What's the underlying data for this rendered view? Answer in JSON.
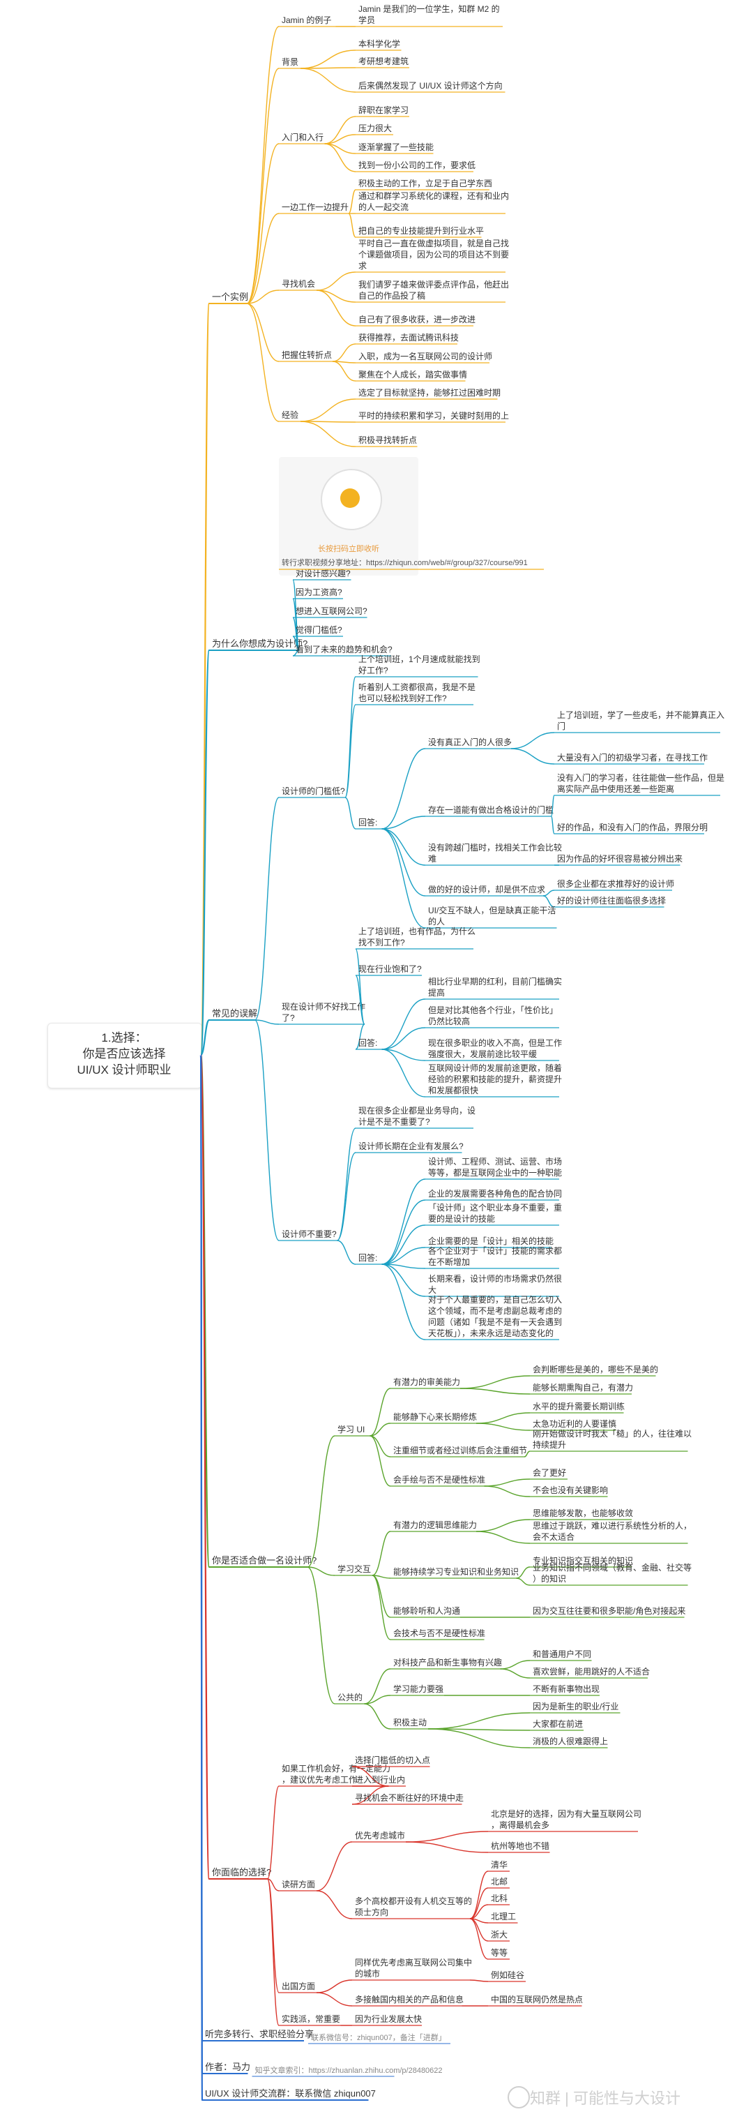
{
  "root": {
    "label": "1.选择：\n你是否应该选择\nUI/UX 设计师职业"
  },
  "colors": {
    "yellow": "#f3b221",
    "teal": "#1aa0c4",
    "green": "#5aa42c",
    "red": "#d9342b",
    "blue": "#2b6fd0"
  },
  "qr_caption": "长按扫码立即收听",
  "link_text": "转行求职视频分享地址：https://zhiqun.com/web/#/group/327/course/991",
  "watermark": "知群 | 可能性与大设计",
  "nodes": [
    {
      "id": "y",
      "label": "一个实例",
      "color": "yellow",
      "children": [
        {
          "id": "y1",
          "label": "Jamin 的例子",
          "children": [
            {
              "id": "y11",
              "label": "Jamin 是我们的一位学生，知群 M2 的学员"
            }
          ]
        },
        {
          "id": "y2",
          "label": "背景",
          "children": [
            {
              "id": "y21",
              "label": "本科学化学"
            },
            {
              "id": "y22",
              "label": "考研想考建筑"
            },
            {
              "id": "y23",
              "label": "后来偶然发现了 UI/UX 设计师这个方向"
            }
          ]
        },
        {
          "id": "y3",
          "label": "入门和入行",
          "children": [
            {
              "id": "y31",
              "label": "辞职在家学习"
            },
            {
              "id": "y32",
              "label": "压力很大"
            },
            {
              "id": "y33",
              "label": "逐渐掌握了一些技能"
            },
            {
              "id": "y34",
              "label": "找到一份小公司的工作，要求低"
            }
          ]
        },
        {
          "id": "y4",
          "label": "一边工作一边提升",
          "children": [
            {
              "id": "y41",
              "label": "积极主动的工作，立足于自己学东西"
            },
            {
              "id": "y42",
              "label": "通过和群学习系统化的课程，还有和业内的人一起交流"
            },
            {
              "id": "y43",
              "label": "把自己的专业技能提升到行业水平"
            }
          ]
        },
        {
          "id": "y5",
          "label": "寻找机会",
          "children": [
            {
              "id": "y51",
              "label": "平时自己一直在做虚拟项目，就是自己找个课题做项目，因为公司的项目达不到要求"
            },
            {
              "id": "y52",
              "label": "我们请罗子雄来做评委点评作品，他赶出自己的作品投了稿"
            },
            {
              "id": "y53",
              "label": "自己有了很多收获，进一步改进"
            }
          ]
        },
        {
          "id": "y6",
          "label": "把握住转折点",
          "children": [
            {
              "id": "y61",
              "label": "获得推荐，去面试腾讯科技"
            },
            {
              "id": "y62",
              "label": "入职，成为一名互联网公司的设计师"
            },
            {
              "id": "y63",
              "label": "聚焦在个人成长，踏实做事情"
            }
          ]
        },
        {
          "id": "y7",
          "label": "经验",
          "children": [
            {
              "id": "y71",
              "label": "选定了目标就坚持，能够扛过困难时期"
            },
            {
              "id": "y72",
              "label": "平时的持续积累和学习，关键时刻用的上"
            },
            {
              "id": "y73",
              "label": "积极寻找转折点"
            }
          ]
        }
      ]
    },
    {
      "id": "t",
      "label": "为什么你想成为设计师?",
      "color": "teal",
      "children": [
        {
          "id": "t1",
          "label": "对设计感兴趣?"
        },
        {
          "id": "t2",
          "label": "因为工资高?"
        },
        {
          "id": "t3",
          "label": "想进入互联网公司?"
        },
        {
          "id": "t4",
          "label": "觉得门槛低?"
        },
        {
          "id": "t5",
          "label": "看到了未来的趋势和机会?"
        }
      ]
    },
    {
      "id": "c",
      "label": "常见的误解",
      "color": "teal",
      "children": [
        {
          "id": "c1",
          "label": "设计师的门槛低?",
          "children": [
            {
              "id": "c11",
              "label": "上个培训班，1个月速成就能找到好工作?"
            },
            {
              "id": "c12",
              "label": "听着别人工资都很高，我是不是也可以轻松找到好工作?"
            },
            {
              "id": "c13",
              "label": "回答:",
              "children": [
                {
                  "id": "c131",
                  "label": "没有真正入门的人很多",
                  "children": [
                    {
                      "id": "c1311",
                      "label": "上了培训班，学了一些皮毛，并不能算真正入门"
                    },
                    {
                      "id": "c1312",
                      "label": "大量没有入门的初级学习者，在寻找工作"
                    }
                  ]
                },
                {
                  "id": "c132",
                  "label": "存在一道能有做出合格设计的门槛",
                  "children": [
                    {
                      "id": "c1321",
                      "label": "没有入门的学习者，往往能做一些作品，但是离实际产品中使用还差一些距离"
                    },
                    {
                      "id": "c1322",
                      "label": "好的作品，和没有入门的作品，界限分明"
                    }
                  ]
                },
                {
                  "id": "c133",
                  "label": "没有跨越门槛时，找相关工作会比较难",
                  "children": [
                    {
                      "id": "c1331",
                      "label": "因为作品的好坏很容易被分辨出来"
                    }
                  ]
                },
                {
                  "id": "c134",
                  "label": "做的好的设计师，却是供不应求",
                  "children": [
                    {
                      "id": "c1341",
                      "label": "很多企业都在求推荐好的设计师"
                    },
                    {
                      "id": "c1342",
                      "label": "好的设计师往往面临很多选择"
                    }
                  ]
                },
                {
                  "id": "c135",
                  "label": "UI/交互不缺人，但是缺真正能干活的人"
                }
              ]
            }
          ]
        },
        {
          "id": "c2",
          "label": "现在设计师不好找工作了?",
          "children": [
            {
              "id": "c21",
              "label": "上了培训班，也有作品，为什么找不到工作?"
            },
            {
              "id": "c22",
              "label": "现在行业饱和了?"
            },
            {
              "id": "c23",
              "label": "回答:",
              "children": [
                {
                  "id": "c231",
                  "label": "相比行业早期的红利，目前门槛确实提高"
                },
                {
                  "id": "c232",
                  "label": "但是对比其他各个行业，「性价比」仍然比较高"
                },
                {
                  "id": "c233",
                  "label": "现在很多职业的收入不高，但是工作强度很大，发展前途比较平缓"
                },
                {
                  "id": "c234",
                  "label": "互联网设计师的发展前途更敞，随着经验的积累和技能的提升，薪资提升和发展都很快"
                }
              ]
            }
          ]
        },
        {
          "id": "c3",
          "label": "设计师不重要?",
          "children": [
            {
              "id": "c31",
              "label": "现在很多企业都是业务导向，设计是不是不重要了?"
            },
            {
              "id": "c32",
              "label": "设计师长期在企业有发展么?"
            },
            {
              "id": "c33",
              "label": "回答:",
              "children": [
                {
                  "id": "c331",
                  "label": "设计师、工程师、测试、运营、市场等等，都是互联网企业中的一种职能"
                },
                {
                  "id": "c332",
                  "label": "企业的发展需要各种角色的配合协同"
                },
                {
                  "id": "c333",
                  "label": "「设计师」这个职业本身不重要，重要的是设计的技能"
                },
                {
                  "id": "c334",
                  "label": "企业需要的是「设计」相关的技能"
                },
                {
                  "id": "c335",
                  "label": "各个企业对于「设计」技能的需求都在不断增加"
                },
                {
                  "id": "c336",
                  "label": "长期来看，设计师的市场需求仍然很大"
                },
                {
                  "id": "c337",
                  "label": "对于个人最重要的，是自己怎么切入这个领域，而不是考虑副总裁考虑的问题（诸如「我是不是有一天会遇到天花板」），未来永远是动态变化的"
                }
              ]
            }
          ]
        }
      ]
    },
    {
      "id": "g",
      "label": "你是否适合做一名设计师?",
      "color": "green",
      "children": [
        {
          "id": "g1",
          "label": "学习 UI",
          "children": [
            {
              "id": "g11",
              "label": "有潜力的审美能力",
              "children": [
                {
                  "id": "g111",
                  "label": "会判断哪些是美的，哪些不是美的"
                },
                {
                  "id": "g112",
                  "label": "能够长期熏陶自己，有潜力"
                }
              ]
            },
            {
              "id": "g12",
              "label": "能够静下心来长期修炼",
              "children": [
                {
                  "id": "g121",
                  "label": "水平的提升需要长期训练"
                },
                {
                  "id": "g122",
                  "label": "太急功近利的人要谨慎"
                }
              ]
            },
            {
              "id": "g13",
              "label": "注重细节或者经过训练后会注重细节",
              "children": [
                {
                  "id": "g131",
                  "label": "刚开始做设计时我太「糙」的人，往往难以持续提升"
                }
              ]
            },
            {
              "id": "g14",
              "label": "会手绘与否不是硬性标准",
              "children": [
                {
                  "id": "g141",
                  "label": "会了更好"
                },
                {
                  "id": "g142",
                  "label": "不会也没有关键影响"
                }
              ]
            }
          ]
        },
        {
          "id": "g2",
          "label": "学习交互",
          "children": [
            {
              "id": "g21",
              "label": "有潜力的逻辑思维能力",
              "children": [
                {
                  "id": "g211",
                  "label": "思维能够发散，也能够收敛"
                },
                {
                  "id": "g212",
                  "label": "思维过于跳跃，难以进行系统性分析的人，会不太适合"
                }
              ]
            },
            {
              "id": "g22",
              "label": "能够持续学习专业知识和业务知识",
              "children": [
                {
                  "id": "g221",
                  "label": "专业知识指交互相关的知识"
                },
                {
                  "id": "g222",
                  "label": "业务知识指不同领域（教育、金融、社交等）的知识"
                }
              ]
            },
            {
              "id": "g23",
              "label": "能够聆听和人沟通",
              "children": [
                {
                  "id": "g231",
                  "label": "因为交互往往要和很多职能/角色对接起来"
                }
              ]
            },
            {
              "id": "g24",
              "label": "会技术与否不是硬性标准"
            }
          ]
        },
        {
          "id": "g3",
          "label": "公共的",
          "children": [
            {
              "id": "g31",
              "label": "对科技产品和新生事物有兴趣",
              "children": [
                {
                  "id": "g311",
                  "label": "和普通用户不同"
                },
                {
                  "id": "g312",
                  "label": "喜欢尝鲜，能用跳好的人不适合"
                }
              ]
            },
            {
              "id": "g32",
              "label": "学习能力要强",
              "children": [
                {
                  "id": "g321",
                  "label": "不断有新事物出现"
                }
              ]
            },
            {
              "id": "g33",
              "label": "积极主动",
              "children": [
                {
                  "id": "g331",
                  "label": "因为是新生的职业/行业"
                },
                {
                  "id": "g332",
                  "label": "大家都在前进"
                },
                {
                  "id": "g333",
                  "label": "消极的人很难跟得上"
                }
              ]
            }
          ]
        }
      ]
    },
    {
      "id": "r",
      "label": "你面临的选择?",
      "color": "red",
      "children": [
        {
          "id": "r1",
          "label": "如果工作机会好，有一定能力，建议优先考虑工作",
          "children": [
            {
              "id": "r11",
              "label": "选择门槛低的切入点"
            },
            {
              "id": "r12",
              "label": "进入到行业内"
            },
            {
              "id": "r13",
              "label": "寻找机会不断往好的环境中走"
            }
          ]
        },
        {
          "id": "r2",
          "label": "读研方面",
          "children": [
            {
              "id": "r21",
              "label": "优先考虑城市",
              "children": [
                {
                  "id": "r211",
                  "label": "北京是好的选择，因为有大量互联网公司，离得最机会多"
                },
                {
                  "id": "r212",
                  "label": "杭州等地也不错"
                }
              ]
            },
            {
              "id": "r22",
              "label": "多个高校都开设有人机交互等的硕士方向",
              "children": [
                {
                  "id": "r221",
                  "label": "清华"
                },
                {
                  "id": "r222",
                  "label": "北邮"
                },
                {
                  "id": "r223",
                  "label": "北科"
                },
                {
                  "id": "r224",
                  "label": "北理工"
                },
                {
                  "id": "r225",
                  "label": "浙大"
                },
                {
                  "id": "r226",
                  "label": "等等"
                }
              ]
            }
          ]
        },
        {
          "id": "r3",
          "label": "出国方面",
          "children": [
            {
              "id": "r31",
              "label": "同样优先考虑离互联网公司集中的城市",
              "children": [
                {
                  "id": "r311",
                  "label": "例如硅谷"
                }
              ]
            },
            {
              "id": "r32",
              "label": "多接触国内相关的产品和信息",
              "children": [
                {
                  "id": "r321",
                  "label": "中国的互联网仍然是热点"
                }
              ]
            }
          ]
        },
        {
          "id": "r4",
          "label": "实践派，常重要",
          "children": [
            {
              "id": "r41",
              "label": "因为行业发展太快"
            }
          ]
        }
      ]
    },
    {
      "id": "b1",
      "label": "听完多转行、求职经验分享",
      "color": "blue",
      "children": [
        {
          "id": "b11",
          "label": "联系微信号：zhiqun007，备注「进群」"
        }
      ]
    },
    {
      "id": "b2",
      "label": "作者：马力",
      "color": "blue",
      "children": [
        {
          "id": "b21",
          "label": "知乎文章索引：https://zhuanlan.zhihu.com/p/28480622"
        }
      ]
    },
    {
      "id": "b3",
      "label": "UI/UX 设计师交流群：联系微信 zhiqun007",
      "color": "blue",
      "children": []
    }
  ]
}
